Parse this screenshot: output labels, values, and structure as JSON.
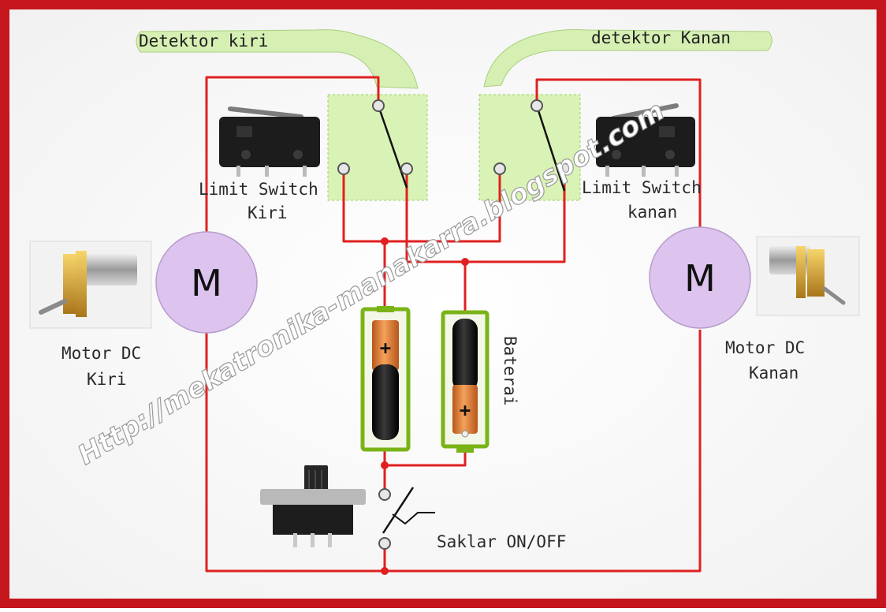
{
  "labels": {
    "detector_left": "Detektor kiri",
    "detector_right": "detektor Kanan",
    "limit_switch_left_line1": "Limit Switch",
    "limit_switch_left_line2": "Kiri",
    "limit_switch_right_line1": "Limit Switch",
    "limit_switch_right_line2": "kanan",
    "motor_symbol_left": "M",
    "motor_symbol_right": "M",
    "motor_left_line1": "Motor DC",
    "motor_left_line2": "Kiri",
    "motor_right_line1": "Motor DC",
    "motor_right_line2": "Kanan",
    "battery": "Baterai",
    "plus_sign": "+",
    "switch_label": "Saklar ON/OFF",
    "watermark": "Http://mekatronika-manakarra.blogspot.com"
  },
  "colors": {
    "frame": "#c4161c",
    "wire": "#e02020",
    "callout_fill": "#d6efb3",
    "switch_box": "#d9f2b5",
    "motor_fill": "#dcc4ee",
    "battery_holder": "#7ab317",
    "battery_terminal": "#e07a2e"
  },
  "icons": {
    "left_microswitch": "microswitch-photo",
    "right_microswitch": "microswitch-photo",
    "left_motor": "gear-motor-photo",
    "right_motor": "gear-motor-photo",
    "slide_switch": "slide-switch-photo"
  }
}
